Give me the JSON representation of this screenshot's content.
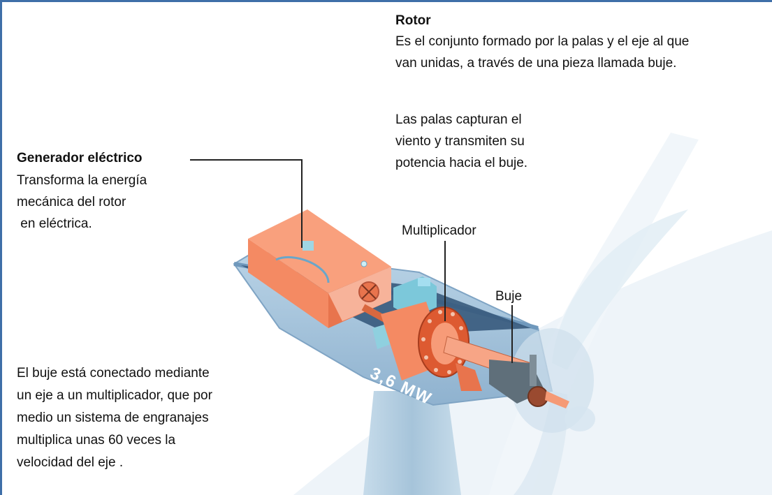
{
  "rotor": {
    "title": "Rotor",
    "description": "Es el conjunto formado por la palas y el eje al que\nvan unidas, a través de una pieza llamada buje.",
    "palas_note": "Las palas capturan el\nviento y transmiten su\npotencia hacia el buje."
  },
  "generator": {
    "title": "Generador eléctrico",
    "description": "Transforma la energía\nmecánica del rotor\n en eléctrica."
  },
  "multiplier": {
    "label": "Multiplicador"
  },
  "hub": {
    "label": "Buje",
    "note": "El buje está conectado mediante\nun eje a un multiplicador, que por\nmedio un sistema de engranajes\nmultiplica unas 60 veces la\nvelocidad del eje ."
  },
  "nacelle": {
    "power_marking": "3,6 MW"
  },
  "colors": {
    "frame": "#3f6fa8",
    "nacelle": "#a9c6dd",
    "generator": "#f48a63",
    "multiplier": "#ea5a32",
    "box": "#8fd0df",
    "leader": "#222222"
  }
}
